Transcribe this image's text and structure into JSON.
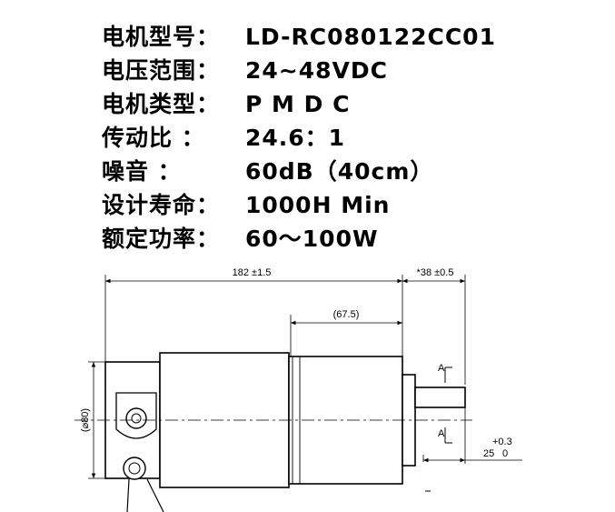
{
  "specs": [
    {
      "label": "电机型号：",
      "value": "LD-RC080122CC01"
    },
    {
      "label": "电压范围：",
      "value": "24~48VDC"
    },
    {
      "label": "电机类型：",
      "value": "P M D C"
    },
    {
      "label": "传动比  ：",
      "value": "24.6：1"
    },
    {
      "label": "噪音    ：",
      "value": "60dB（40cm）"
    },
    {
      "label": "设计寿命：",
      "value": "1000H Min"
    },
    {
      "label": "额定功率：",
      "value": "60～100W"
    }
  ],
  "drawing": {
    "overall_length": "182 ±1.5",
    "shaft_length": "*38 ±0.5",
    "gearbox_length": "(67.5)",
    "diameter": "(⌀80)",
    "shaft_diameter_nominal": "25",
    "shaft_tol_upper": "+0.3",
    "shaft_tol_lower": "0",
    "section_mark": "A"
  }
}
